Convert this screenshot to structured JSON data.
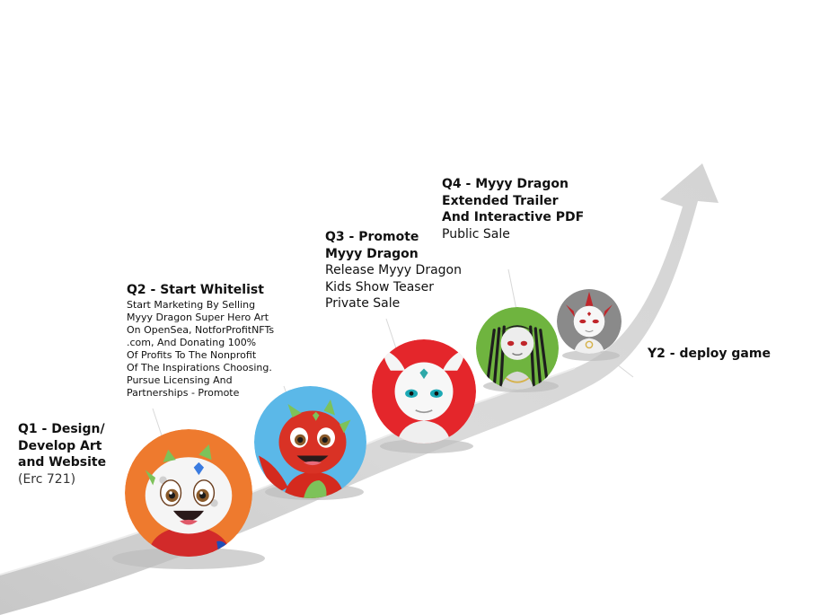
{
  "milestones": [
    {
      "title": "Q1 - Design/\nDevelop Art\nand Website",
      "description": "(Erc 721)",
      "avatar": "baby-white-dragon-icon",
      "avatar_bg": "#EE7A2E"
    },
    {
      "title": "Q2 - Start Whitelist",
      "description": "Start Marketing By Selling\nMyyy Dragon Super Hero Art\nOn OpenSea, NotforProfitNFTs\n.com, And Donating 100%\nOf Profits To The Nonprofit\nOf The Inspirations Choosing.\nPursue Licensing And\nPartnerships - Promote",
      "avatar": "red-dragon-icon",
      "avatar_bg": "#5BB8E8"
    },
    {
      "title": "Q3 - Promote\nMyyy Dragon",
      "description": "Release Myyy Dragon\nKids Show Teaser\nPrivate Sale",
      "avatar": "white-dragon-red-bg-icon",
      "avatar_bg": "#E4262B"
    },
    {
      "title": "Q4 - Myyy Dragon\nExtended Trailer\nAnd Interactive PDF",
      "description": "Public Sale",
      "avatar": "dreadlock-dragon-icon",
      "avatar_bg": "#6FB43F"
    },
    {
      "title": "Y2 - deploy game",
      "description": "",
      "avatar": "white-dragon-red-horns-icon",
      "avatar_bg": "#8A8A8A"
    }
  ],
  "colors": {
    "road": "#D9D9D9",
    "road_shadow": "#C6C6C6",
    "text": "#111111"
  }
}
